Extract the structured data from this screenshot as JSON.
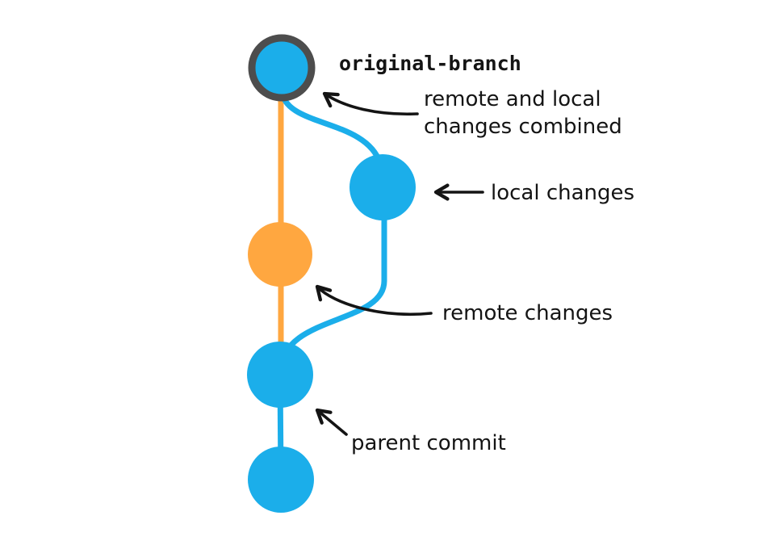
{
  "canvas": {
    "background": "#ffffff"
  },
  "colors": {
    "commit_blue": "#1BAEEA",
    "commit_orange": "#FFA740",
    "merge_ring": "#4D4D4D",
    "annotation_ink": "#141414"
  },
  "branch": {
    "name_label": "original-branch"
  },
  "annotations": {
    "combined_line1": "remote and local",
    "combined_line2": "changes combined",
    "local_changes": "local changes",
    "remote_changes": "remote changes",
    "parent_commit": "parent commit"
  },
  "nodes": [
    {
      "id": "merge-commit",
      "color": "commit_blue",
      "ringed": true
    },
    {
      "id": "local-commit",
      "color": "commit_blue",
      "ringed": false
    },
    {
      "id": "remote-commit",
      "color": "commit_orange",
      "ringed": false
    },
    {
      "id": "parent-commit",
      "color": "commit_blue",
      "ringed": false
    },
    {
      "id": "root-commit",
      "color": "commit_blue",
      "ringed": false
    }
  ]
}
